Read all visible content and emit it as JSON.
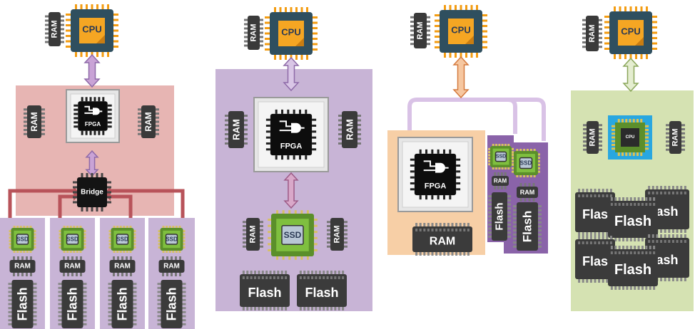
{
  "labels": {
    "cpu": "CPU",
    "ram": "RAM",
    "fpga": "FPGA",
    "bridge": "Bridge",
    "ssd": "SSD",
    "flash": "Flash",
    "flash_partial_left": "Flas",
    "flash_partial_right": "ash"
  },
  "colors": {
    "panel1": "#e7b5b3",
    "panel_purple": "#c8b4d6",
    "panel3": "#f7cfa6",
    "panel4": "#d5e2b2",
    "ssd_board": "#8a63a9",
    "cpu_core": "#f5a623",
    "cpu_frame": "#2f4f5f",
    "chip_dark": "#3a3a3a"
  },
  "icons": [
    "cpu-icon",
    "ram-chip-icon",
    "fpga-chip-icon",
    "bridge-chip-icon",
    "ssd-controller-icon",
    "flash-chip-icon",
    "double-arrow-icon"
  ]
}
